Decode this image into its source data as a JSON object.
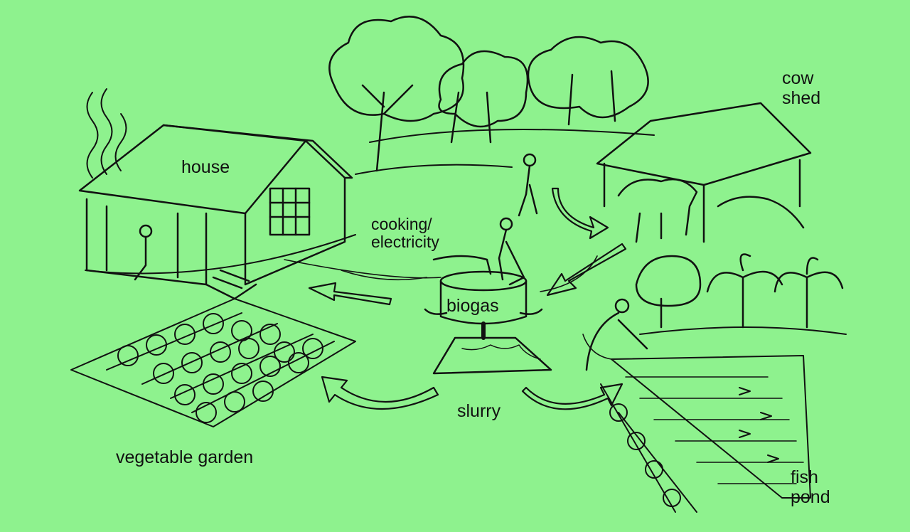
{
  "labels": {
    "house": "house",
    "cow_shed_line1": "cow",
    "cow_shed_line2": "shed",
    "cooking_line1": "cooking/",
    "cooking_line2": "electricity",
    "biogas": "biogas",
    "slurry": "slurry",
    "vegetable_garden": "vegetable garden",
    "fish_pond_line1": "fish",
    "fish_pond_line2": "pond"
  },
  "colors": {
    "background": "#8ef28e",
    "ink": "#111111"
  }
}
